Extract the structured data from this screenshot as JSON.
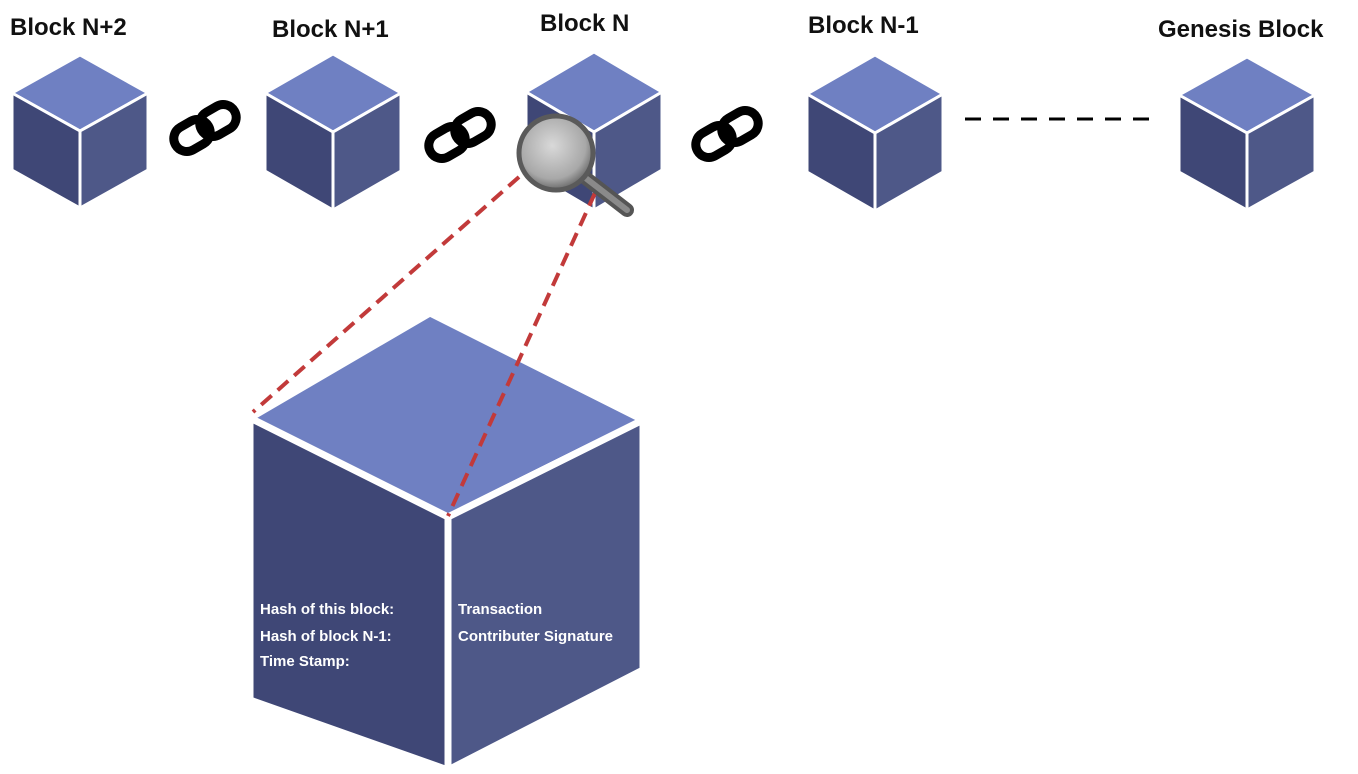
{
  "blocks": [
    {
      "label": "Block N+2"
    },
    {
      "label": "Block N+1"
    },
    {
      "label": "Block N"
    },
    {
      "label": "Block N-1"
    },
    {
      "label": "Genesis Block"
    }
  ],
  "detail": {
    "left_face": [
      "Hash of this block:",
      "Hash of block N-1:",
      "Time Stamp:"
    ],
    "right_face": [
      "Transaction",
      "Contributer Signature"
    ]
  },
  "colors": {
    "cube_top": "#6f80c2",
    "cube_left": "#3f4776",
    "cube_right": "#4e5888",
    "edge": "#ffffff",
    "zoom_line": "#c23a3a",
    "chain": "#000000"
  },
  "icons": [
    "chain-link-icon",
    "magnifying-glass-icon"
  ]
}
